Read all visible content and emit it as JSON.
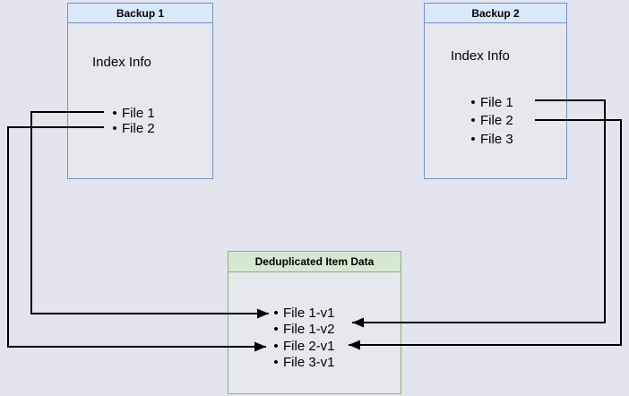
{
  "diagram": {
    "backup1": {
      "title": "Backup 1",
      "index_label": "Index Info",
      "files": [
        "File 1",
        "File 2"
      ]
    },
    "backup2": {
      "title": "Backup 2",
      "index_label": "Index Info",
      "files": [
        "File 1",
        "File 2",
        "File 3"
      ]
    },
    "dedup": {
      "title": "Deduplicated Item Data",
      "items": [
        "File 1-v1",
        "File 1-v2",
        "File 2-v1",
        "File 3-v1"
      ]
    },
    "bullet": "•",
    "connections": [
      {
        "from": "Backup 1 / File 1",
        "to": "File 1-v1"
      },
      {
        "from": "Backup 1 / File 2",
        "to": "File 2-v1"
      },
      {
        "from": "Backup 2 / File 1",
        "to": "File 1-v2"
      },
      {
        "from": "Backup 2 / File 2",
        "to": "File 2-v1"
      }
    ],
    "colors": {
      "background": "#e4e4ef",
      "box_fill": "#e7e7ee",
      "blue_border": "#7491c6",
      "blue_header_fill": "#d9e8fb",
      "green_border": "#8cb46e",
      "green_header_fill": "#d7e8d2",
      "connector": "#000000"
    }
  }
}
